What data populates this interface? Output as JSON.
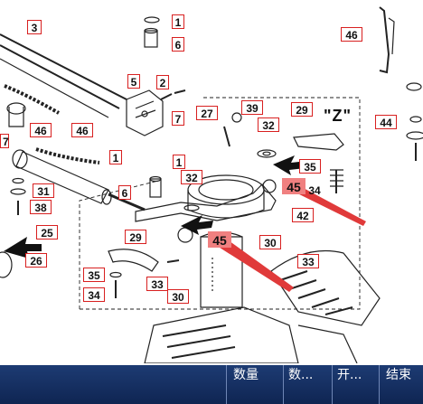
{
  "diagram": {
    "view_label": "\"Z\"",
    "callouts": [
      {
        "id": "c1a",
        "text": "1"
      },
      {
        "id": "c6a",
        "text": "6"
      },
      {
        "id": "c3",
        "text": "3"
      },
      {
        "id": "c46a",
        "text": "46"
      },
      {
        "id": "c5",
        "text": "5"
      },
      {
        "id": "c2",
        "text": "2"
      },
      {
        "id": "c7a",
        "text": "7"
      },
      {
        "id": "c46b",
        "text": "46"
      },
      {
        "id": "c7b",
        "text": "7"
      },
      {
        "id": "c46c",
        "text": "46"
      },
      {
        "id": "c1b",
        "text": "1"
      },
      {
        "id": "c1c",
        "text": "1"
      },
      {
        "id": "c27",
        "text": "27"
      },
      {
        "id": "c39",
        "text": "39"
      },
      {
        "id": "c32a",
        "text": "32"
      },
      {
        "id": "c29a",
        "text": "29"
      },
      {
        "id": "c44",
        "text": "44"
      },
      {
        "id": "c35a",
        "text": "35"
      },
      {
        "id": "c45a",
        "text": "45"
      },
      {
        "id": "c34a",
        "text": "34"
      },
      {
        "id": "c42",
        "text": "42"
      },
      {
        "id": "c31",
        "text": "31"
      },
      {
        "id": "c38",
        "text": "38"
      },
      {
        "id": "c6b",
        "text": "6"
      },
      {
        "id": "c32b",
        "text": "32"
      },
      {
        "id": "c25",
        "text": "25"
      },
      {
        "id": "c29b",
        "text": "29"
      },
      {
        "id": "c45b",
        "text": "45"
      },
      {
        "id": "c30a",
        "text": "30"
      },
      {
        "id": "c26",
        "text": "26"
      },
      {
        "id": "c33a",
        "text": "33"
      },
      {
        "id": "c35b",
        "text": "35"
      },
      {
        "id": "c33b",
        "text": "33"
      },
      {
        "id": "c34b",
        "text": "34"
      },
      {
        "id": "c30b",
        "text": "30"
      }
    ]
  },
  "table_header": {
    "columns": [
      "",
      "数量",
      "数...",
      "开...",
      "结束"
    ]
  },
  "colors": {
    "callout_border": "#d82020",
    "highlight": "#f08080",
    "arrow": "#e03a3a",
    "header_bg": "#1d3b73"
  }
}
